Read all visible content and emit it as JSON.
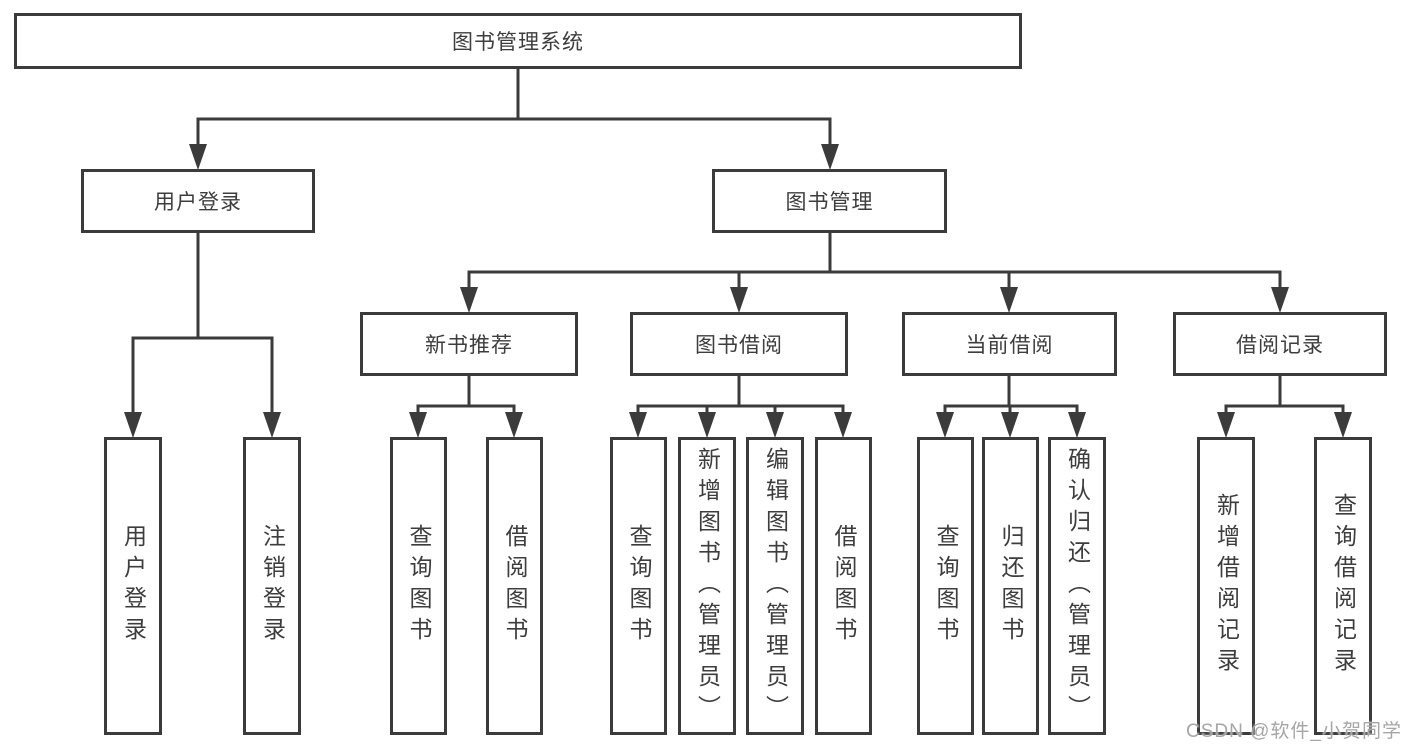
{
  "colors": {
    "line": "#3b3b3b",
    "text": "#3d3d3d",
    "box_background": "#ffffff",
    "watermark_text": "#a6a6a6"
  },
  "watermark": {
    "text": "CSDN @软件_小贺同学"
  },
  "nodes": {
    "root": "图书管理系统",
    "user_login": "用户登录",
    "book_mgmt": "图书管理",
    "new_book": "新书推荐",
    "book_borrow": "图书借阅",
    "current_borrow": "当前借阅",
    "borrow_record": "借阅记录",
    "leaf_user_login": "用户登录",
    "leaf_logout": "注销登录",
    "leaf_nb_query": "查询图书",
    "leaf_nb_borrow": "借阅图书",
    "leaf_bb_query": "查询图书",
    "leaf_bb_add": "新增图书（管理员）",
    "leaf_bb_edit": "编辑图书（管理员）",
    "leaf_bb_borrow": "借阅图书",
    "leaf_cb_query": "查询图书",
    "leaf_cb_return": "归还图书",
    "leaf_cb_confirm": "确认归还（管理员）",
    "leaf_br_add": "新增借阅记录",
    "leaf_br_query": "查询借阅记录"
  }
}
